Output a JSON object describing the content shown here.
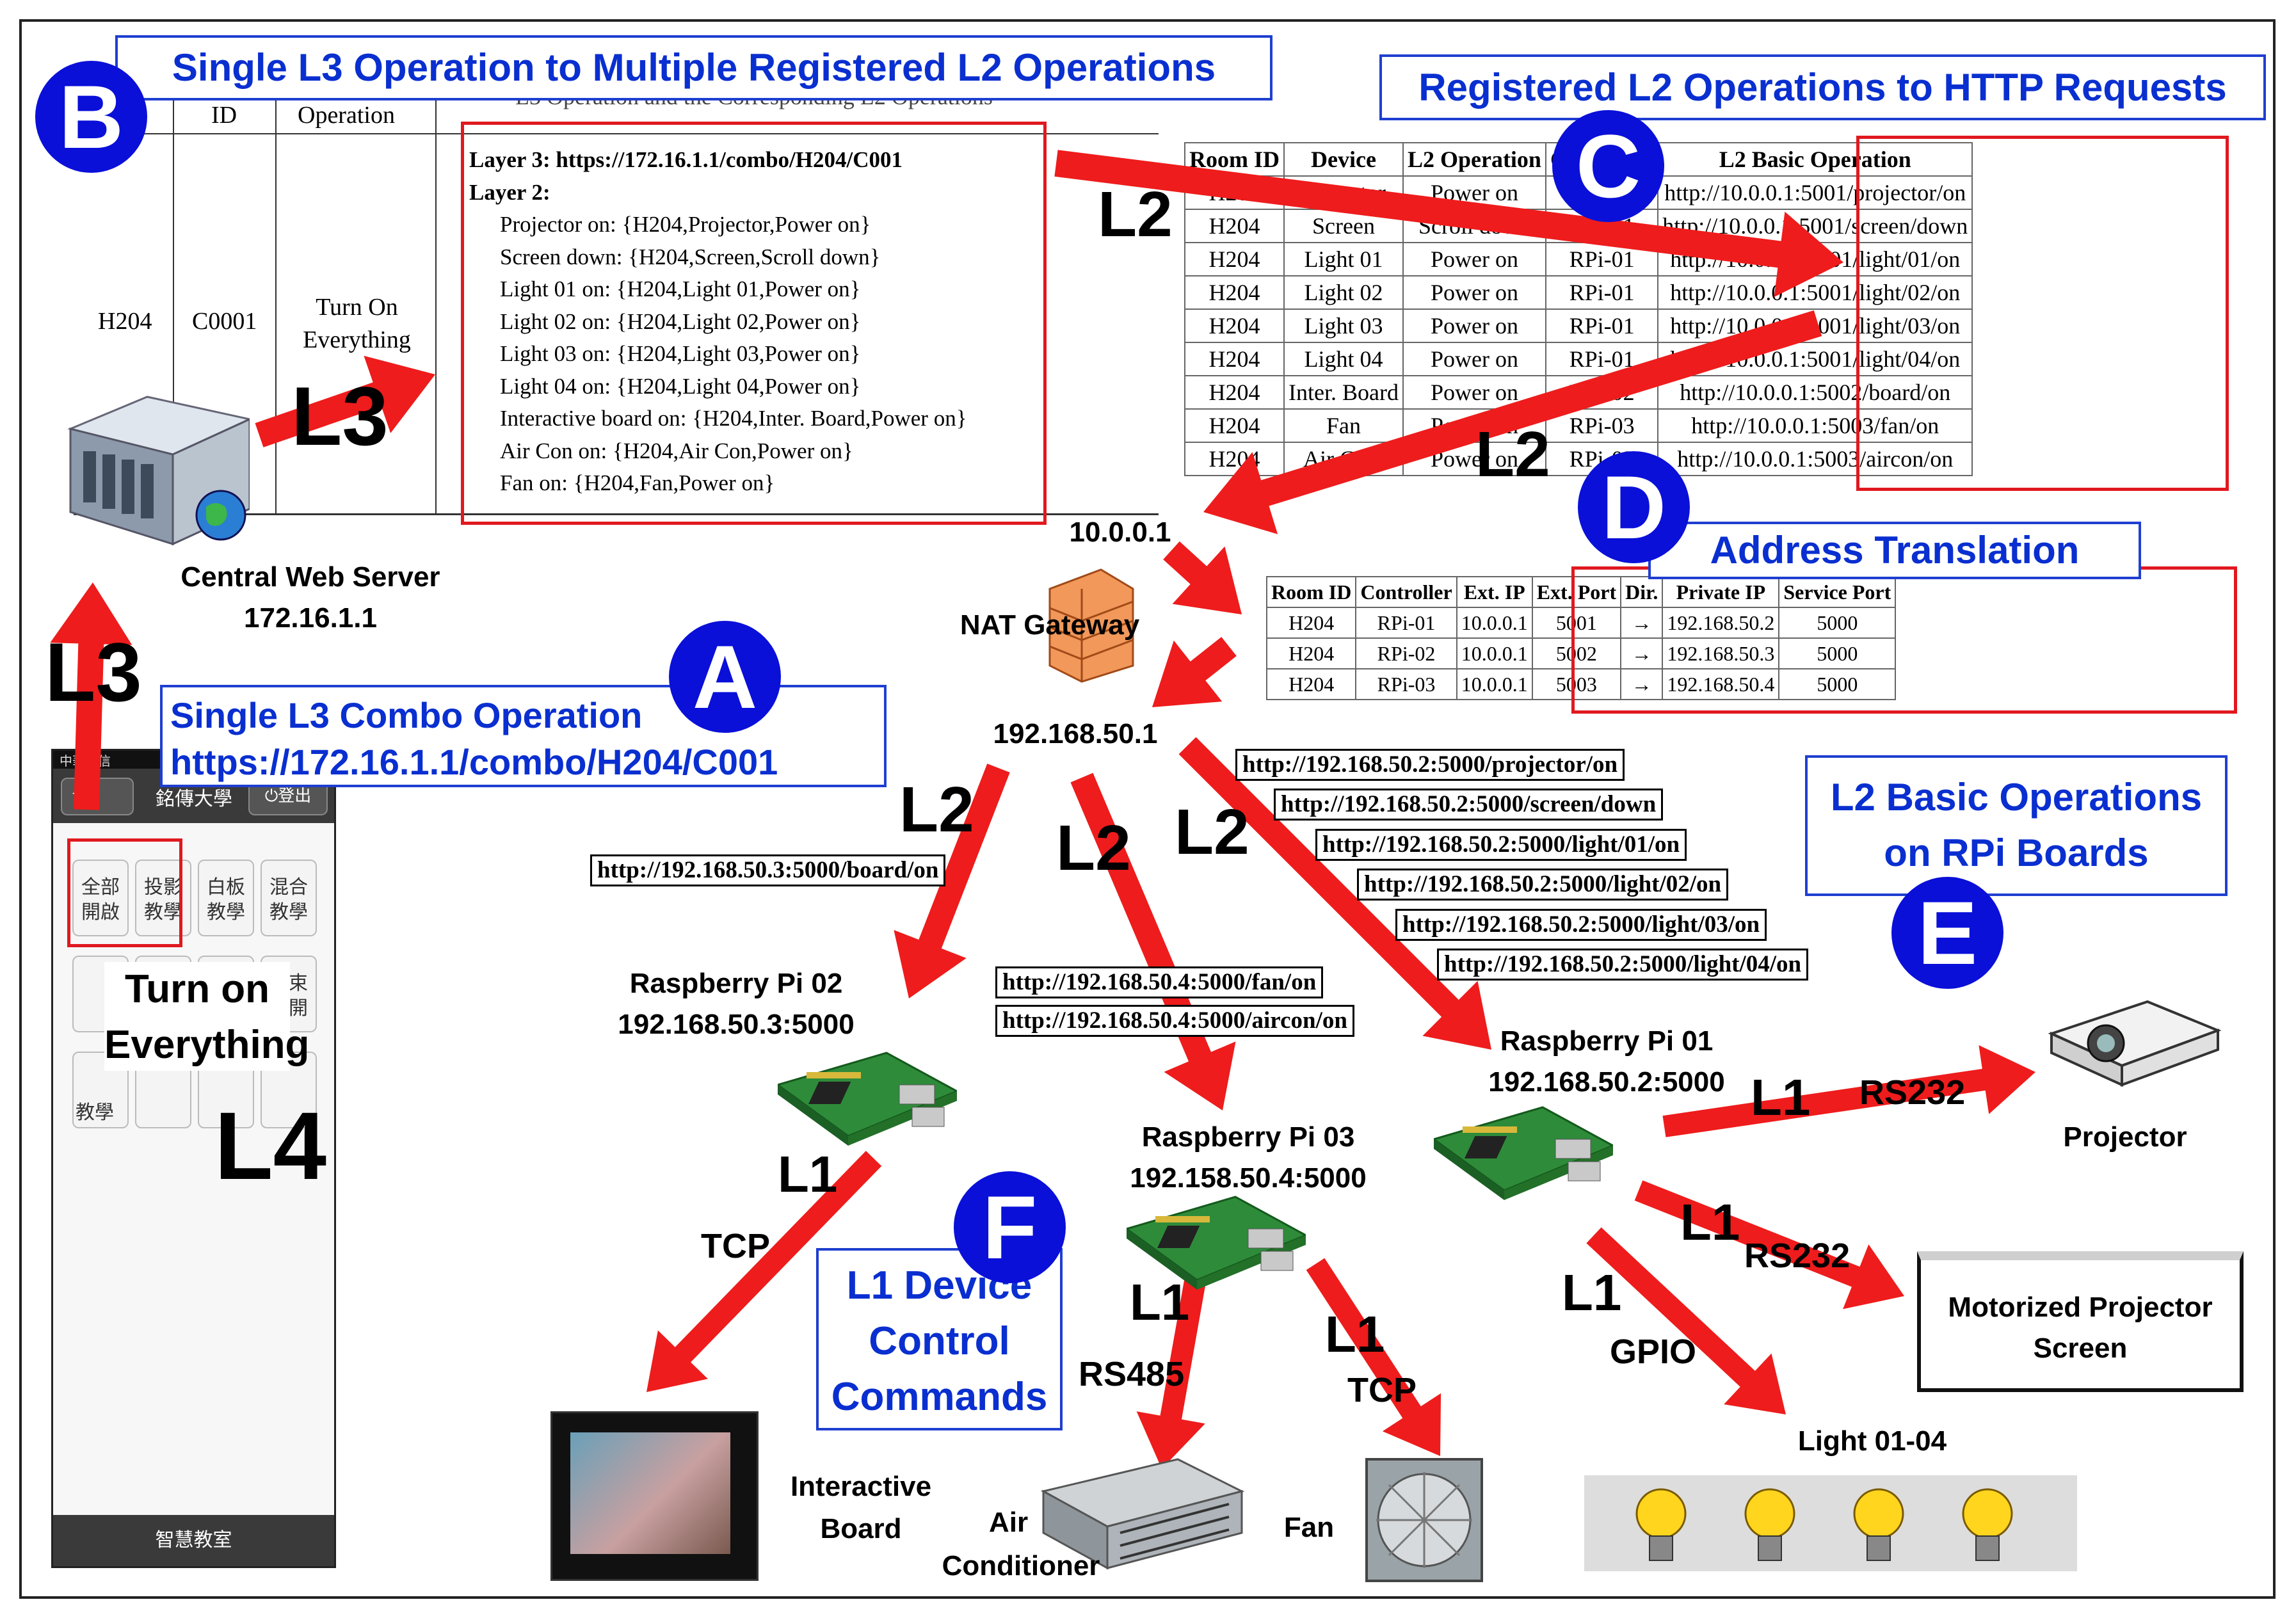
{
  "callouts": {
    "a": "Single L3 Combo Operation",
    "a_url": "https://172.16.1.1/combo/H204/C001",
    "b": "Single L3 Operation to Multiple Registered L2 Operations",
    "c": "Registered L2 Operations to HTTP Requests",
    "d": "Address Translation",
    "e_line1": "L2 Basic Operations",
    "e_line2": "on RPi Boards",
    "f_line1": "L1 Device",
    "f_line2": "Control",
    "f_line3": "Commands"
  },
  "badges": {
    "a": "A",
    "b": "B",
    "c": "C",
    "d": "D",
    "e": "E",
    "f": "F"
  },
  "combo_table": {
    "title": "L3 Operation and the Corresponding L2 Operations",
    "headers": [
      "",
      "ID",
      "Operation"
    ],
    "room": "H204",
    "id": "C0001",
    "operation_line1": "Turn On",
    "operation_line2": "Everything",
    "layer3": "Layer 3: https://172.16.1.1/combo/H204/C001",
    "layer2": "Layer 2:",
    "ops": [
      "Projector on: {H204,Projector,Power on}",
      "Screen down: {H204,Screen,Scroll down}",
      "Light 01 on: {H204,Light 01,Power on}",
      "Light 02 on: {H204,Light 02,Power on}",
      "Light 03 on: {H204,Light 03,Power on}",
      "Light 04 on: {H204,Light 04,Power on}",
      "Interactive board on: {H204,Inter. Board,Power on}",
      "Air Con on: {H204,Air Con,Power on}",
      "Fan on: {H204,Fan,Power on}"
    ]
  },
  "l2_table": {
    "headers": [
      "Room ID",
      "Device",
      "L2 Operation",
      "Controller",
      "L2 Basic Operation"
    ],
    "rows": [
      [
        "H204",
        "Projector",
        "Power on",
        "RPi-01",
        "http://10.0.0.1:5001/projector/on"
      ],
      [
        "H204",
        "Screen",
        "Scroll down",
        "RPi-01",
        "http://10.0.0.1:5001/screen/down"
      ],
      [
        "H204",
        "Light 01",
        "Power on",
        "RPi-01",
        "http://10.0.0.1:5001/light/01/on"
      ],
      [
        "H204",
        "Light 02",
        "Power on",
        "RPi-01",
        "http://10.0.0.1:5001/light/02/on"
      ],
      [
        "H204",
        "Light 03",
        "Power on",
        "RPi-01",
        "http://10.0.0.1:5001/light/03/on"
      ],
      [
        "H204",
        "Light 04",
        "Power on",
        "RPi-01",
        "http://10.0.0.1:5001/light/04/on"
      ],
      [
        "H204",
        "Inter. Board",
        "Power on",
        "RPi-02",
        "http://10.0.0.1:5002/board/on"
      ],
      [
        "H204",
        "Fan",
        "Power on",
        "RPi-03",
        "http://10.0.0.1:5003/fan/on"
      ],
      [
        "H204",
        "Air Con.",
        "Power on",
        "RPi-03",
        "http://10.0.0.1:5003/aircon/on"
      ]
    ]
  },
  "nat_table": {
    "headers": [
      "Room ID",
      "Controller",
      "Ext. IP",
      "Ext. Port",
      "Dir.",
      "Private IP",
      "Service Port"
    ],
    "rows": [
      [
        "H204",
        "RPi-01",
        "10.0.0.1",
        "5001",
        "→",
        "192.168.50.2",
        "5000"
      ],
      [
        "H204",
        "RPi-02",
        "10.0.0.1",
        "5002",
        "→",
        "192.168.50.3",
        "5000"
      ],
      [
        "H204",
        "RPi-03",
        "10.0.0.1",
        "5003",
        "→",
        "192.168.50.4",
        "5000"
      ]
    ]
  },
  "levels": {
    "l1": "L1",
    "l2": "L2",
    "l3": "L3",
    "l4": "L4"
  },
  "nodes": {
    "server_name": "Central Web Server",
    "server_ip": "172.16.1.1",
    "nat_ext": "10.0.0.1",
    "nat_name": "NAT Gateway",
    "nat_int": "192.168.50.1",
    "rpi02_name": "Raspberry Pi 02",
    "rpi02_addr": "192.168.50.3:5000",
    "rpi03_name": "Raspberry Pi 03",
    "rpi03_addr": "192.158.50.4:5000",
    "rpi01_name": "Raspberry Pi 01",
    "rpi01_addr": "192.168.50.2:5000"
  },
  "protocols": {
    "tcp": "TCP",
    "rs485": "RS485",
    "rs232": "RS232",
    "gpio": "GPIO"
  },
  "devices": {
    "board_line1": "Interactive",
    "board_line2": "Board",
    "aircon_line1": "Air",
    "aircon_line2": "Conditioner",
    "fan": "Fan",
    "lights": "Light 01-04",
    "projector": "Projector",
    "screen_line1": "Motorized Projector",
    "screen_line2": "Screen"
  },
  "urls": {
    "board": "http://192.168.50.3:5000/board/on",
    "fan": "http://192.168.50.4:5000/fan/on",
    "aircon": "http://192.168.50.4:5000/aircon/on",
    "projector": "http://192.168.50.2:5000/projector/on",
    "screen": "http://192.168.50.2:5000/screen/down",
    "light01": "http://192.168.50.2:5000/light/01/on",
    "light02": "http://192.168.50.2:5000/light/02/on",
    "light03": "http://192.168.50.2:5000/light/03/on",
    "light04": "http://192.168.50.2:5000/light/04/on"
  },
  "phone": {
    "status": "中華電信",
    "title": "銘傳大學",
    "logout": "登出",
    "buttons": [
      "全部\n開啟",
      "投影\n教學",
      "白板\n教學",
      "混合\n教學",
      "",
      "",
      "",
      "結束\n離開",
      "",
      "",
      "",
      ""
    ],
    "mode": "教學",
    "overlay_line1": "Turn on",
    "overlay_line2": "Everything",
    "footer": "智慧教室"
  },
  "colors": {
    "arrow": "#ee1c1c",
    "callout": "#0a2fd0",
    "badge": "#0a10d8",
    "highlight": "#e0191f"
  }
}
